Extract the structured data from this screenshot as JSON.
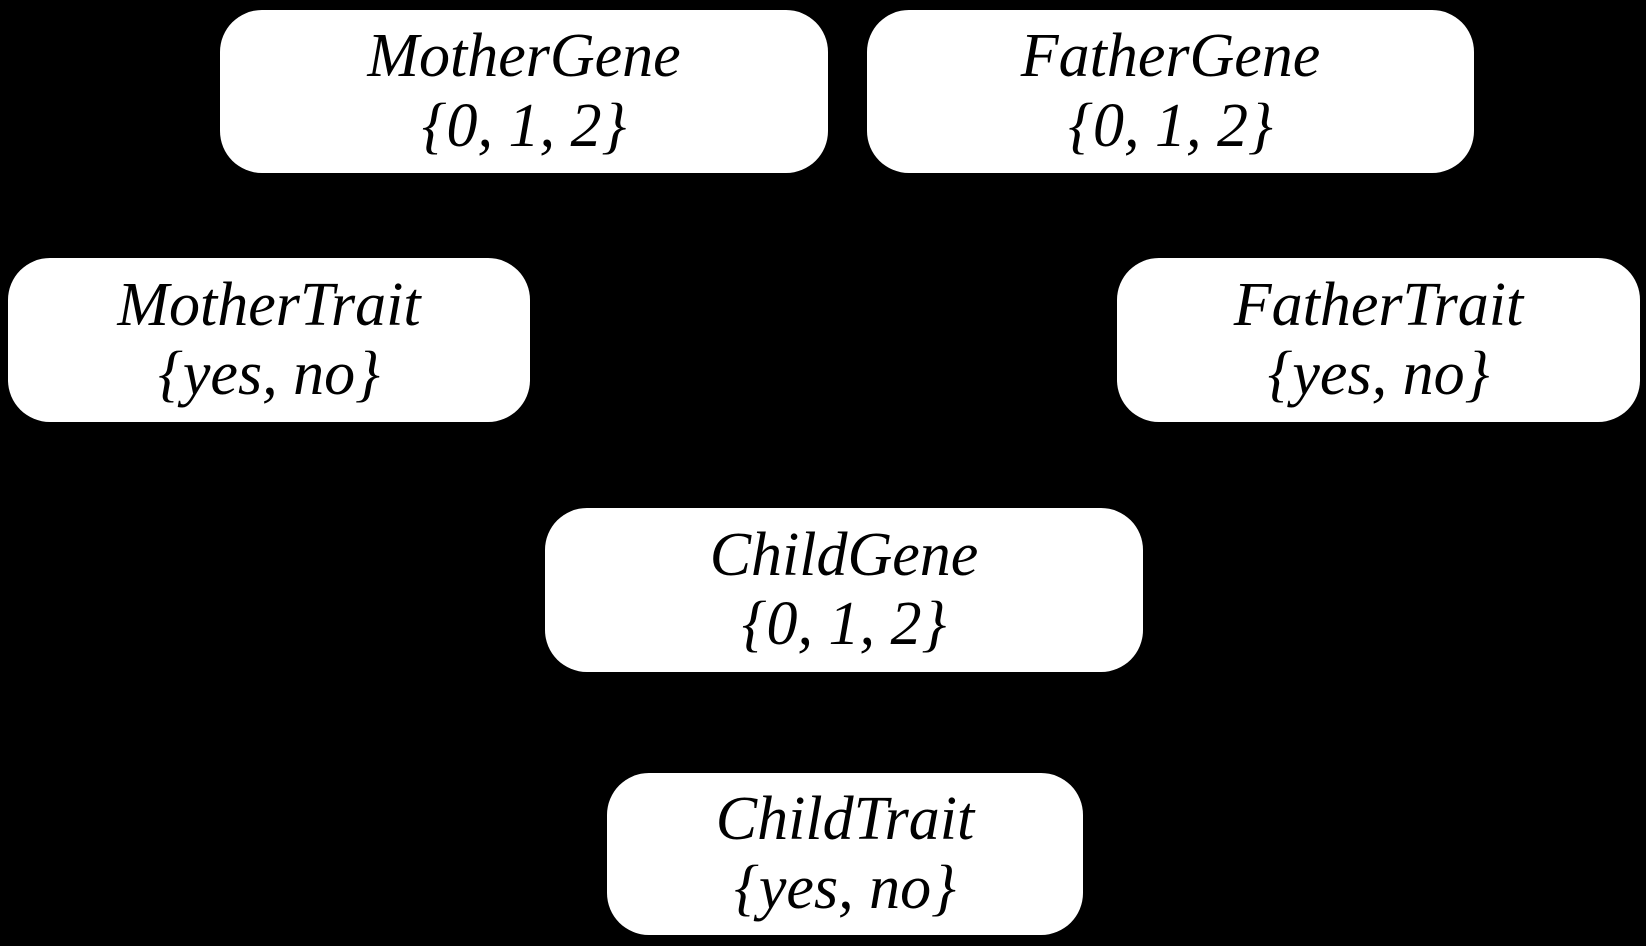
{
  "diagram": {
    "type": "bayesian-network",
    "colors": {
      "background": "#000000",
      "node_fill": "#ffffff",
      "node_text": "#000000"
    },
    "nodes": {
      "mother_gene": {
        "label": "MotherGene",
        "domain": "{0, 1, 2}"
      },
      "father_gene": {
        "label": "FatherGene",
        "domain": "{0, 1, 2}"
      },
      "mother_trait": {
        "label": "MotherTrait",
        "domain": "{yes, no}"
      },
      "father_trait": {
        "label": "FatherTrait",
        "domain": "{yes, no}"
      },
      "child_gene": {
        "label": "ChildGene",
        "domain": "{0, 1, 2}"
      },
      "child_trait": {
        "label": "ChildTrait",
        "domain": "{yes, no}"
      }
    }
  }
}
